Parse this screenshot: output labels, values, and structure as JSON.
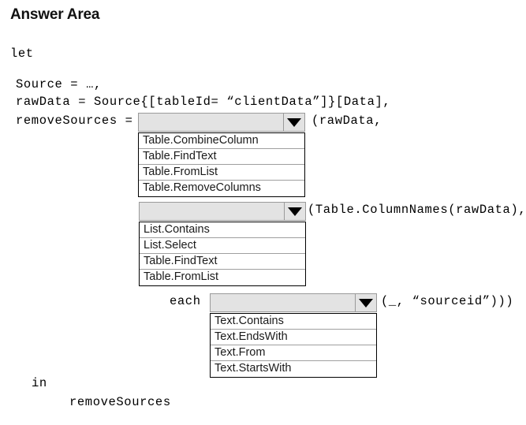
{
  "page": {
    "title": "Answer Area"
  },
  "code": {
    "let": "let",
    "source": "Source = …,",
    "rawdata": "rawData = Source{[tableId= “clientData”]}[Data],",
    "remove_sources": "removeSources =",
    "after_dropdown_1": "(rawData,",
    "after_dropdown_2": "(Table.ColumnNames(rawData),",
    "each": "each",
    "after_dropdown_3": "(_, “sourceid”)))",
    "in": "in",
    "result": "removeSources"
  },
  "dropdowns": [
    {
      "name": "function-dropdown-1",
      "selected": "",
      "arrow_icon": "chevron-down-icon",
      "options": [
        "Table.CombineColumn",
        "Table.FindText",
        "Table.FromList",
        "Table.RemoveColumns"
      ]
    },
    {
      "name": "function-dropdown-2",
      "selected": "",
      "arrow_icon": "chevron-down-icon",
      "options": [
        "List.Contains",
        "List.Select",
        "Table.FindText",
        "Table.FromList"
      ]
    },
    {
      "name": "function-dropdown-3",
      "selected": "",
      "arrow_icon": "chevron-down-icon",
      "options": [
        "Text.Contains",
        "Text.EndsWith",
        "Text.From",
        "Text.StartsWith"
      ]
    }
  ],
  "colors": {
    "combo_background": "#e3e3e3",
    "combo_border": "#9a9a9a",
    "list_border": "#000000",
    "page_background": "#ffffff",
    "text": "#000000"
  }
}
